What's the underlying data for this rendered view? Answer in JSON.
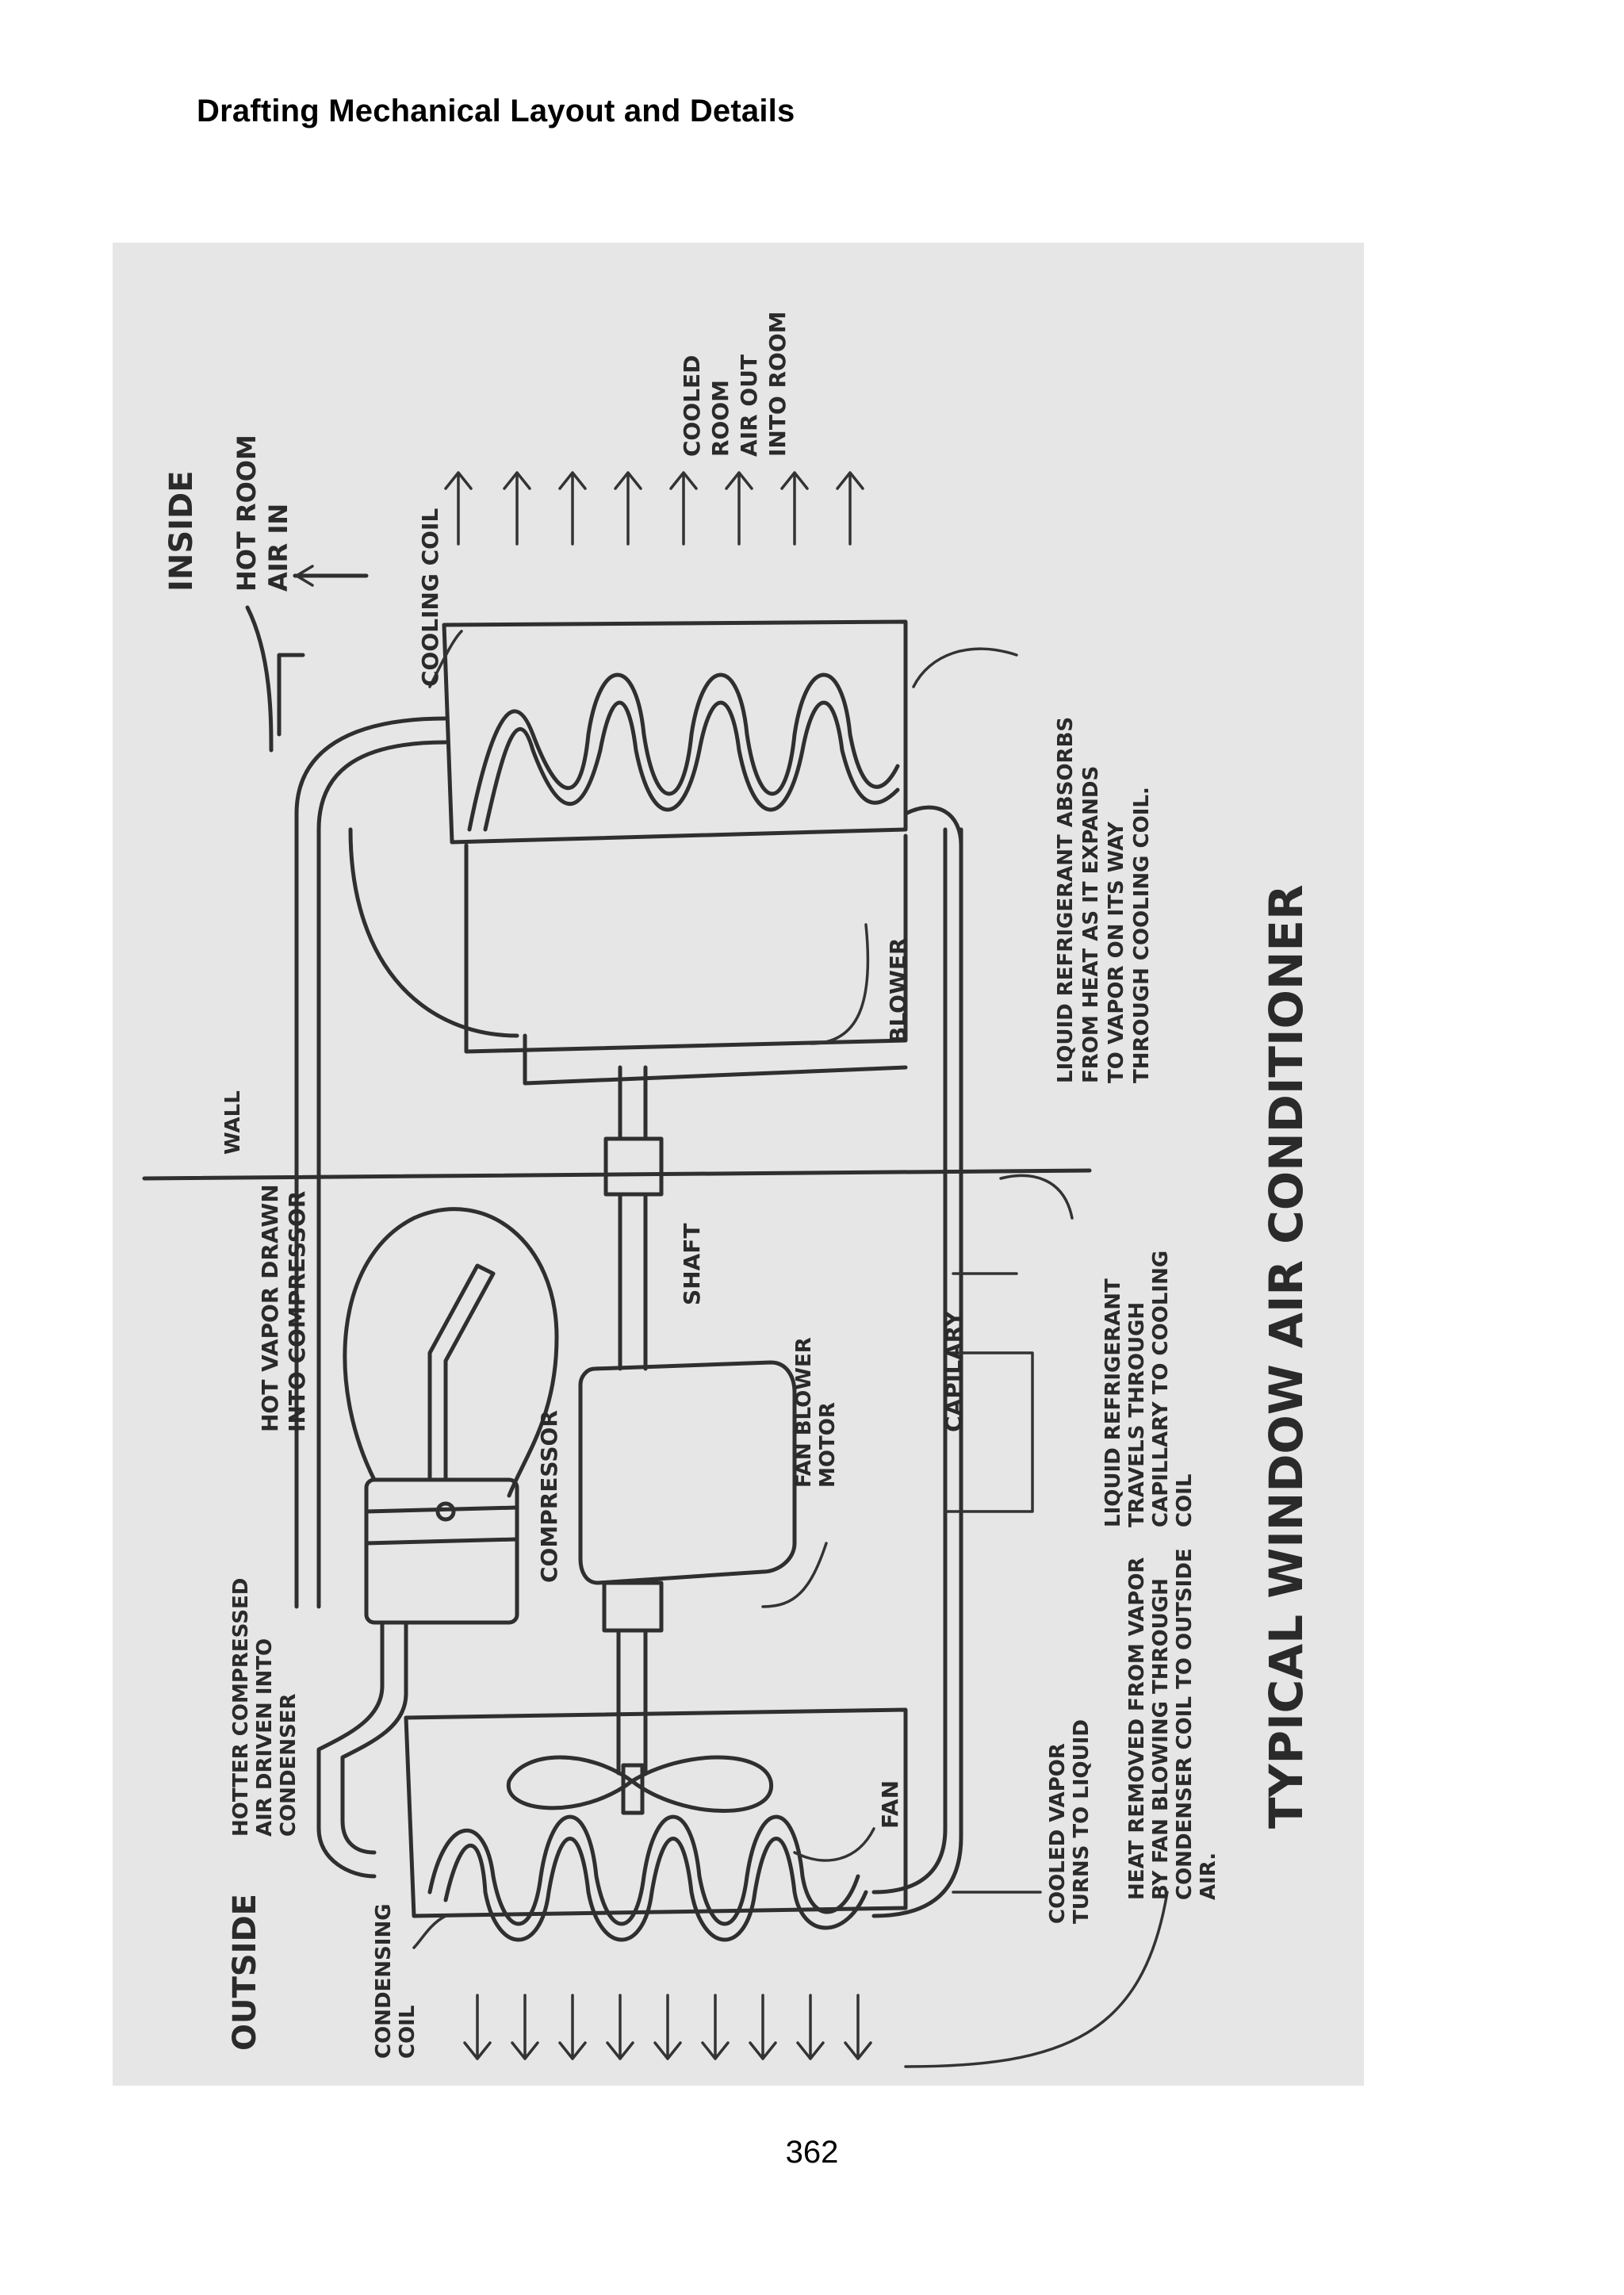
{
  "page": {
    "header": "Drafting Mechanical Layout and Details",
    "page_number": "362"
  },
  "sketch": {
    "title": "TYPICAL WINDOW AIR CONDITIONER",
    "inside": "INSIDE",
    "outside": "OUTSIDE",
    "wall": "WALL",
    "hot_room_air": [
      "HOT ROOM",
      "AIR IN"
    ],
    "cooled_room_air": [
      "COOLED",
      "ROOM",
      "AIR OUT",
      "INTO ROOM"
    ],
    "cooling_coil": "COOLING COIL",
    "liquid_absorbs": [
      "LIQUID REFRIGERANT ABSORBS",
      "FROM HEAT AS IT EXPANDS",
      "TO VAPOR ON ITS WAY",
      "THROUGH COOLING COIL."
    ],
    "blower": "BLOWER",
    "hot_vapor": [
      "HOT VAPOR DRAWN",
      "INTO COMPRESSOR"
    ],
    "liquid_travels": [
      "LIQUID REFRIGERANT",
      "TRAVELS THROUGH",
      "CAPILLARY TO COOLING",
      "COIL"
    ],
    "shaft": "SHAFT",
    "fan_blower_motor": [
      "FAN BLOWER",
      "MOTOR"
    ],
    "capillary": "CAPILARY",
    "compressor": "COMPRESSOR",
    "hotter_compressed": [
      "HOTTER COMPRESSED",
      "AIR DRIVEN INTO",
      "CONDENSER"
    ],
    "fan": "FAN",
    "cooled_vapor": [
      "COOLED VAPOR",
      "TURNS TO LIQUID"
    ],
    "heat_removed": [
      "HEAT REMOVED FROM VAPOR",
      "BY FAN BLOWING THROUGH",
      "CONDENSER COIL TO OUTSIDE",
      "AIR."
    ],
    "condensing_coil": [
      "CONDENSING",
      "COIL"
    ]
  }
}
